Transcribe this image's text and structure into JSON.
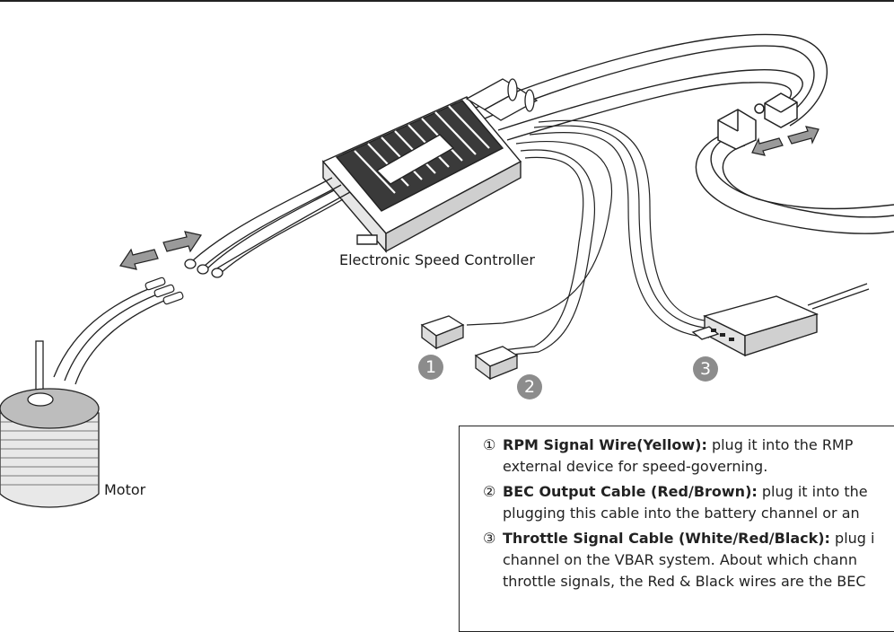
{
  "labels": {
    "esc": "Electronic Speed Controller",
    "motor": "Motor"
  },
  "callouts": [
    "1",
    "2",
    "3"
  ],
  "notes": [
    {
      "num": "①",
      "term": "RPM Signal Wire(Yellow):",
      "text": " plug it into the RMP",
      "cont": "external device for speed-governing."
    },
    {
      "num": "②",
      "term": "BEC Output Cable (Red/Brown):",
      "text": " plug it into the",
      "cont": "plugging this cable into the battery channel or an"
    },
    {
      "num": "③",
      "term": "Throttle Signal Cable (White/Red/Black):",
      "text": " plug i",
      "cont": "channel on the VBAR system. About which chann",
      "cont2": "throttle signals, the Red & Black wires are the BEC"
    }
  ]
}
